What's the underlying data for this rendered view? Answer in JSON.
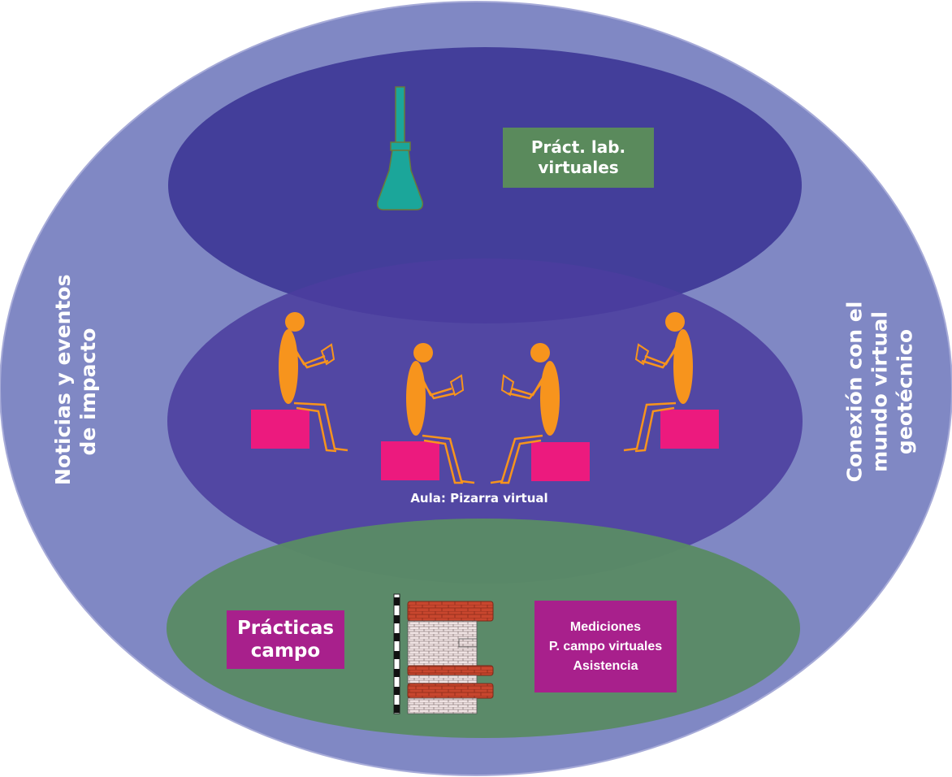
{
  "colors": {
    "outer": "#8088c4",
    "top_ellipse": "#433e9a",
    "middle_ellipse": "#5040a0",
    "bottom_ellipse": "#5a8a66",
    "figure": "#f7941d",
    "seat": "#ec1a7e",
    "flask": "#1ba69a",
    "lab_box": "#5a8a5c",
    "magenta_box": "#a8208c",
    "brick": "#c8462e",
    "stone": "#e8d4d4"
  },
  "labels": {
    "left_side": [
      "Noticias y eventos",
      "de impacto"
    ],
    "right_side": [
      "Conexión con el",
      "mundo virtual",
      "geotécnico"
    ],
    "lab": [
      "Práct. lab.",
      "virtuales"
    ],
    "classroom": "Aula: Pizarra virtual",
    "field": [
      "Prácticas",
      "campo"
    ],
    "measurements": [
      "Mediciones",
      "P. campo virtuales",
      "Asistencia"
    ]
  },
  "icons": {
    "lab": "flask-icon",
    "students": "seated-person-icon",
    "seats": "seat-block-icon",
    "field": "stratigraphic-column-icon"
  }
}
